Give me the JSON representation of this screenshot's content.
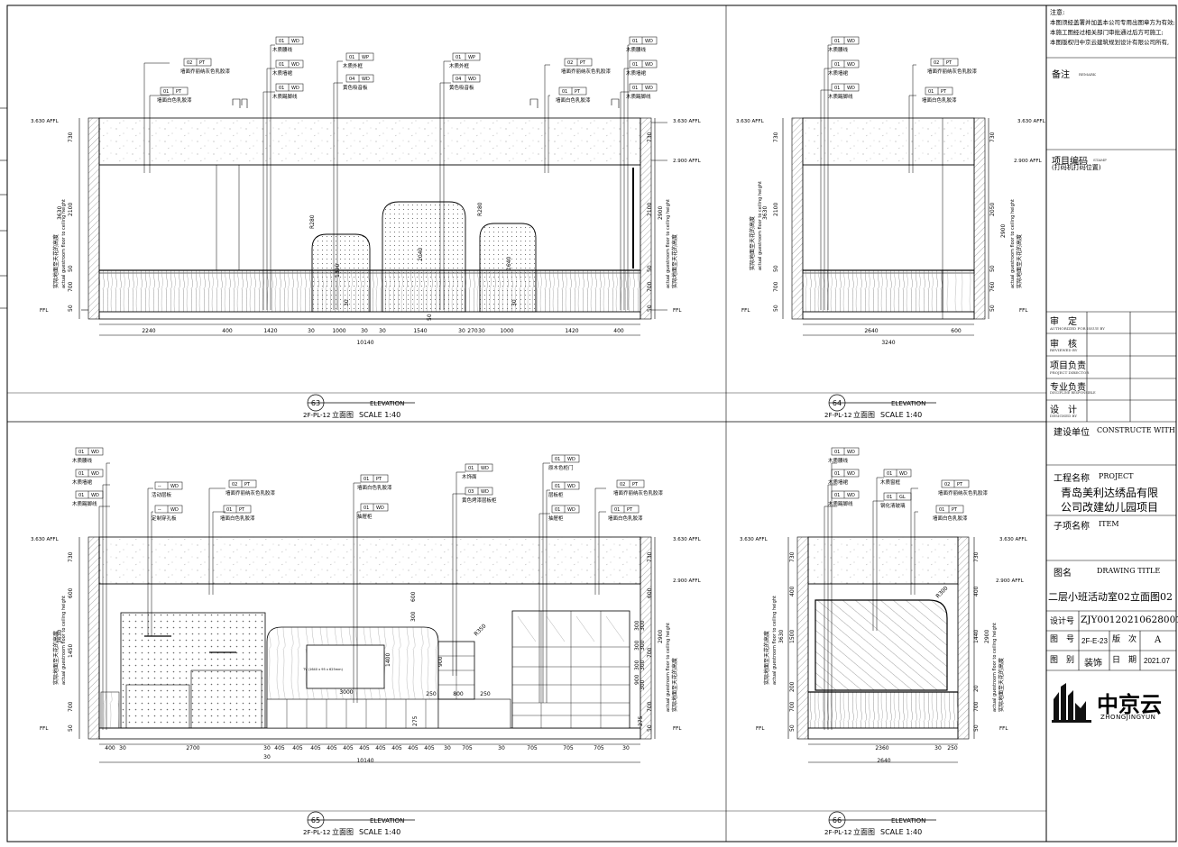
{
  "title_block": {
    "notes_header": "注意:",
    "notes_lines": [
      "本图须经盖署并加盖本公司专用出图章方为有效;",
      "本施工图经过相关部门审批通过后方可施工;",
      "本图版权归中京云建筑规划设计有限公司所有,"
    ],
    "remarks_label": "备注",
    "remarks_en": "REMARK",
    "project_code_label": "项目编码",
    "project_code_en": "STAMP",
    "project_code_note": "(打码机打码位置)",
    "approvals": [
      {
        "label": "审　定",
        "en": "AUTHORIZED FOR ISSUE BY"
      },
      {
        "label": "审　核",
        "en": "REVIEWED BY"
      },
      {
        "label": "项目负责",
        "en": "PROJECT DIRECTOR"
      },
      {
        "label": "专业负责",
        "en": "DISCIPLINE RESPONSIBLE"
      },
      {
        "label": "设　计",
        "en": "DESIGNED BY"
      }
    ],
    "client_label": "建设单位",
    "client_en": "CONSTRUCTE WITH",
    "project_label": "工程名称",
    "project_en": "PROJECT",
    "project_name_line1": "青岛美利达绣品有限",
    "project_name_line2": "公司改建幼儿园项目",
    "item_label": "子项名称",
    "item_en": "ITEM",
    "drawing_title_label": "图名",
    "drawing_title_en": "DRAWING TITLE",
    "drawing_title": "二层小班活动室02立面图02",
    "design_no_label": "设计号",
    "design_no": "ZJY00120210628001",
    "drawing_no_label": "图　号",
    "drawing_no": "2F-E-23",
    "version_label": "版　次",
    "version": "A",
    "category_label": "图　别",
    "category": "装饰",
    "date_label": "日　期",
    "date": "2021.07",
    "logo_text": "中京云",
    "logo_sub": "ZHONGJINGYUN"
  },
  "views": [
    {
      "number": "63",
      "sheet": "2F-PL-12",
      "elev_en": "ELEVATION",
      "elev_cn": "立面图",
      "scale": "SCALE 1:40"
    },
    {
      "number": "64",
      "sheet": "2F-PL-12",
      "elev_en": "ELEVATION",
      "elev_cn": "立面图",
      "scale": "SCALE 1:40"
    },
    {
      "number": "65",
      "sheet": "2F-PL-12",
      "elev_en": "ELEVATION",
      "elev_cn": "立面图",
      "scale": "SCALE 1:40"
    },
    {
      "number": "66",
      "sheet": "2F-PL-12",
      "elev_en": "ELEVATION",
      "elev_cn": "立面图",
      "scale": "SCALE 1:40"
    }
  ],
  "level_labels": {
    "ceiling": "3.630 AFFL",
    "top_line": "2.900 AFFL",
    "floor": "FFL"
  },
  "side_height_cn": "实际地面至天花的高度",
  "side_height_en": "actual guestroom floor to ceiling height",
  "tags": {
    "e63": [
      {
        "code": "02",
        "mat": "PT",
        "desc": "墙面乔丽纳灰色乳胶漆"
      },
      {
        "code": "01",
        "mat": "PT",
        "desc": "墙面白色乳胶漆"
      },
      {
        "code": "01",
        "mat": "WD",
        "desc": "木质腰线"
      },
      {
        "code": "01",
        "mat": "WD",
        "desc": "木质墙裙"
      },
      {
        "code": "01",
        "mat": "WD",
        "desc": "木质踢脚线"
      },
      {
        "code": "01",
        "mat": "WP",
        "desc": "木质外框"
      },
      {
        "code": "04",
        "mat": "WD",
        "desc": "黄色吸音板"
      },
      {
        "code": "01",
        "mat": "WP",
        "desc": "木质外框"
      },
      {
        "code": "04",
        "mat": "WD",
        "desc": "黄色吸音板"
      },
      {
        "code": "02",
        "mat": "PT",
        "desc": "墙面乔丽纳灰色乳胶漆"
      },
      {
        "code": "01",
        "mat": "PT",
        "desc": "墙面白色乳胶漆"
      },
      {
        "code": "01",
        "mat": "WD",
        "desc": "木质腰线"
      },
      {
        "code": "01",
        "mat": "WD",
        "desc": "木质墙裙"
      },
      {
        "code": "01",
        "mat": "WD",
        "desc": "木质踢脚线"
      }
    ],
    "e64": [
      {
        "code": "01",
        "mat": "WD",
        "desc": "木质腰线"
      },
      {
        "code": "01",
        "mat": "WD",
        "desc": "木质墙裙"
      },
      {
        "code": "01",
        "mat": "WD",
        "desc": "木质踢脚线"
      },
      {
        "code": "02",
        "mat": "PT",
        "desc": "墙面乔丽纳灰色乳胶漆"
      },
      {
        "code": "01",
        "mat": "PT",
        "desc": "墙面白色乳胶漆"
      }
    ],
    "e65": [
      {
        "code": "01",
        "mat": "WD",
        "desc": "木质腰线"
      },
      {
        "code": "01",
        "mat": "WD",
        "desc": "木质墙裙"
      },
      {
        "code": "01",
        "mat": "WD",
        "desc": "木质踢脚线"
      },
      {
        "code": "--",
        "mat": "WD",
        "desc": "活动层板"
      },
      {
        "code": "--",
        "mat": "WD",
        "desc": "定制穿孔板"
      },
      {
        "code": "02",
        "mat": "PT",
        "desc": "墙面乔丽纳灰色乳胶漆"
      },
      {
        "code": "01",
        "mat": "PT",
        "desc": "墙面白色乳胶漆"
      },
      {
        "code": "01",
        "mat": "PT",
        "desc": "墙面白色乳胶漆"
      },
      {
        "code": "01",
        "mat": "WD",
        "desc": "抽屉柜"
      },
      {
        "code": "01",
        "mat": "WD",
        "desc": "木饰面"
      },
      {
        "code": "03",
        "mat": "WD",
        "desc": "黄色烤漆层板柜"
      },
      {
        "code": "01",
        "mat": "WD",
        "desc": "原木色柜门"
      },
      {
        "code": "01",
        "mat": "WD",
        "desc": "层板柜"
      },
      {
        "code": "01",
        "mat": "WD",
        "desc": "抽屉柜"
      },
      {
        "code": "02",
        "mat": "PT",
        "desc": "墙面乔丽纳灰色乳胶漆"
      },
      {
        "code": "01",
        "mat": "PT",
        "desc": "墙面白色乳胶漆"
      }
    ],
    "e66": [
      {
        "code": "01",
        "mat": "WD",
        "desc": "木质腰线"
      },
      {
        "code": "01",
        "mat": "WD",
        "desc": "木质墙裙"
      },
      {
        "code": "01",
        "mat": "WD",
        "desc": "木质踢脚线"
      },
      {
        "code": "01",
        "mat": "WD",
        "desc": "木质窗框"
      },
      {
        "code": "01",
        "mat": "GL",
        "desc": "钢化清玻璃"
      },
      {
        "code": "02",
        "mat": "PT",
        "desc": "墙面乔丽纳灰色乳胶漆"
      },
      {
        "code": "01",
        "mat": "PT",
        "desc": "墙面白色乳胶漆"
      }
    ]
  },
  "dims": {
    "e63_bottom": [
      "2240",
      "400",
      "1420",
      "30",
      "1000",
      "30",
      "30",
      "1540",
      "30",
      "270",
      "30",
      "1000",
      "1420",
      "400"
    ],
    "e63_total": "10140",
    "e63_left": [
      "730",
      "2100",
      "50",
      "700",
      "50"
    ],
    "e63_left_total": "3630",
    "e63_right": [
      "730",
      "2100",
      "50",
      "700",
      "50"
    ],
    "e63_right_total": "2900",
    "e63_inner": [
      "R280",
      "1390",
      "30",
      "2040",
      "50",
      "R280",
      "1640",
      "30"
    ],
    "e64_bottom": [
      "2640",
      "600"
    ],
    "e64_total": "3240",
    "e64_left": [
      "730",
      "2100",
      "50",
      "700",
      "50"
    ],
    "e64_left_total": "3630",
    "e64_right": [
      "730",
      "2050",
      "50",
      "760",
      "50"
    ],
    "e64_right_total": "2900",
    "e65_bottom": [
      "400",
      "30",
      "2700",
      "30",
      "405",
      "405",
      "405",
      "405",
      "405",
      "405",
      "405",
      "405",
      "405",
      "405",
      "30",
      "705",
      "30",
      "705",
      "705",
      "705",
      "30"
    ],
    "e65_total": "10140",
    "e65_sub": "30",
    "e65_left": [
      "730",
      "600",
      "1450",
      "700",
      "50"
    ],
    "e65_left_total": "3630",
    "e65_right": [
      "730",
      "600",
      "700",
      "700",
      "50"
    ],
    "e65_right_total": "2900",
    "e65_inner": [
      "300",
      "1400",
      "3000",
      "600",
      "R350",
      "900",
      "250",
      "800",
      "250",
      "300",
      "300",
      "300",
      "900",
      "300",
      "300",
      "300",
      "300",
      "275",
      "275",
      "TV (1640 x 95 x 625mm)"
    ],
    "e66_bottom": [
      "2360",
      "30",
      "250"
    ],
    "e66_total": "2640",
    "e66_left": [
      "730",
      "400",
      "1500",
      "200",
      "700",
      "50"
    ],
    "e66_left_total": "3630",
    "e66_right": [
      "730",
      "400",
      "1440",
      "20",
      "700",
      "50"
    ],
    "e66_right_total": "2900",
    "e66_inner": [
      "R300"
    ]
  }
}
